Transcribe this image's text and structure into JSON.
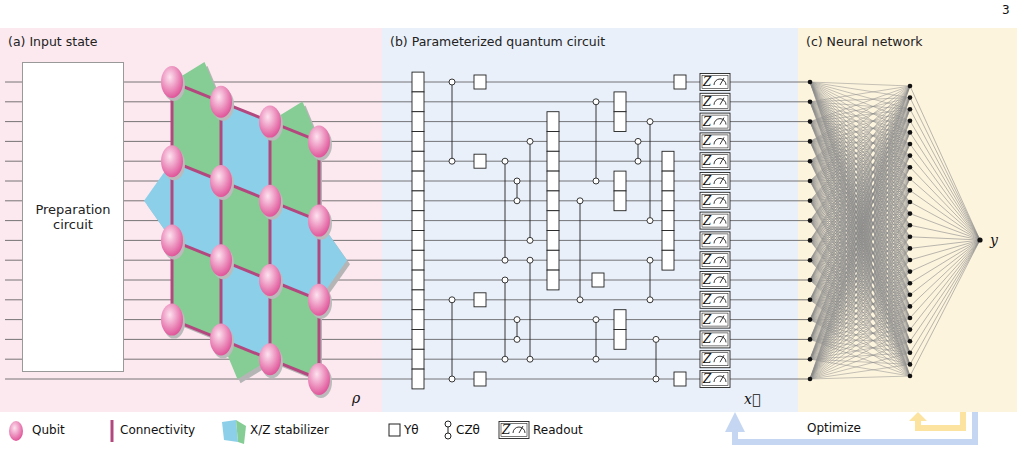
{
  "diagram": {
    "nodes": [
      {
        "text": [
          "(a) Input state"
        ]
      },
      {
        "text": [
          "Preparation circuit"
        ],
        "in": 0
      },
      {
        "text": [
          "(b) Parameterized quantum circuit"
        ]
      },
      {
        "text": [
          "(c) Neural network"
        ]
      }
    ],
    "edges": [
      {
        "from": 3,
        "to": 2,
        "arrow": "to",
        "label": "Optimize"
      }
    ],
    "labels": [
      "3",
      "ρ",
      "Z",
      "Z",
      "Z",
      "Z",
      "Z",
      "Z",
      "Z",
      "Z",
      "Z",
      "Z",
      "Z",
      "Z",
      "Z",
      "Z",
      "Z",
      "Z",
      "x⃗",
      "y",
      "Z"
    ],
    "legend": [
      {
        "text": "Qubit"
      },
      {
        "text": "Connectivity"
      },
      {
        "text": "X/Z stabilizer"
      },
      {
        "text": "Yθ"
      },
      {
        "text": "CZθ"
      },
      {
        "text": "Readout"
      }
    ]
  }
}
